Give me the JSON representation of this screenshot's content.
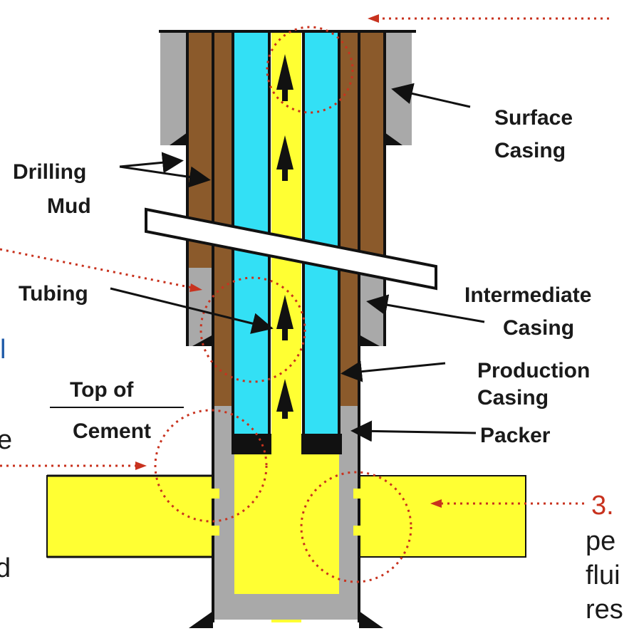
{
  "labels": {
    "surface_1": "Surface",
    "surface_2": "Casing",
    "drilling_1": "Drilling",
    "drilling_2": "Mud",
    "tubing": "Tubing",
    "intermediate_1": "Intermediate",
    "intermediate_2": "Casing",
    "production_1": "Production",
    "production_2": "Casing",
    "top_cement_1": "Top of",
    "top_cement_2": "Cement",
    "packer": "Packer"
  },
  "callout": {
    "number": "3.",
    "line1_fragment": "pe",
    "line2_fragment": "flui",
    "line3_fragment": "res"
  },
  "left_fragments": {
    "f1": "l",
    "f2": "e",
    "f3": "d"
  },
  "colors": {
    "mud": "#8b5a2b",
    "cement": "#a9a9a9",
    "tubing_annulus": "#33e0f5",
    "production_fluid": "#ffff33",
    "packer": "#111111",
    "callout_red": "#c8321e"
  }
}
